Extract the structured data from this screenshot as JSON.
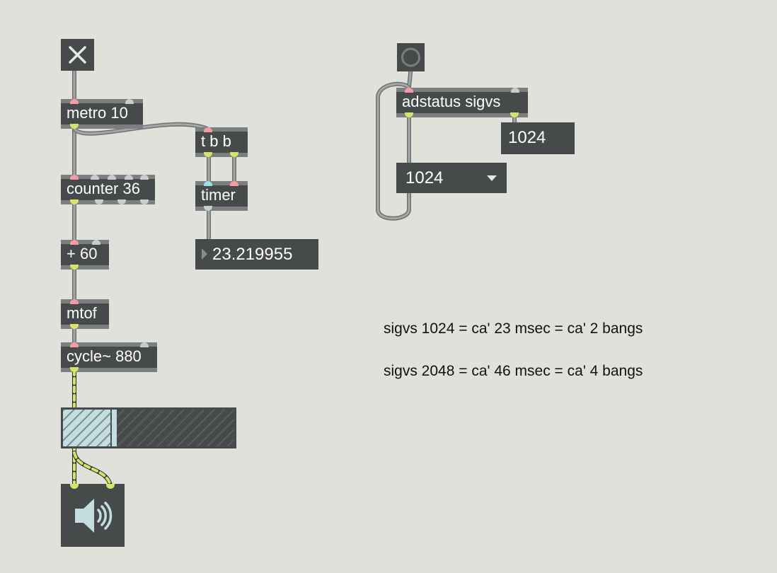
{
  "objects": {
    "metro": "metro 10",
    "counter": "counter 36",
    "plus": "+ 60",
    "mtof": "mtof",
    "cycle": "cycle~ 880",
    "tbb": "t b b",
    "timer": "timer",
    "adstatus": "adstatus sigvs"
  },
  "number_boxes": {
    "timer_output": "23.219955",
    "sigvs_value": "1024"
  },
  "menu": {
    "sigvs_selected": "1024"
  },
  "comments": {
    "line1": "sigvs 1024 = ca' 23 msec = ca' 2 bangs",
    "line2": "sigvs 2048 = ca' 46 msec = ca' 4 bangs"
  },
  "meter": {
    "level": 0.32
  },
  "toggle": {
    "state": "on"
  },
  "icons": {
    "toggle": "x-icon",
    "button": "circle-icon",
    "dac": "speaker-icon",
    "menu_arrow": "triangle-down-icon",
    "number_arrow": "triangle-right-icon"
  },
  "colors": {
    "background": "#e1e1dc",
    "object": "#474a4b",
    "cable": "#9c9c9c",
    "signal_cable": "#d8e36a",
    "meter_fill": "#c4dde0"
  }
}
